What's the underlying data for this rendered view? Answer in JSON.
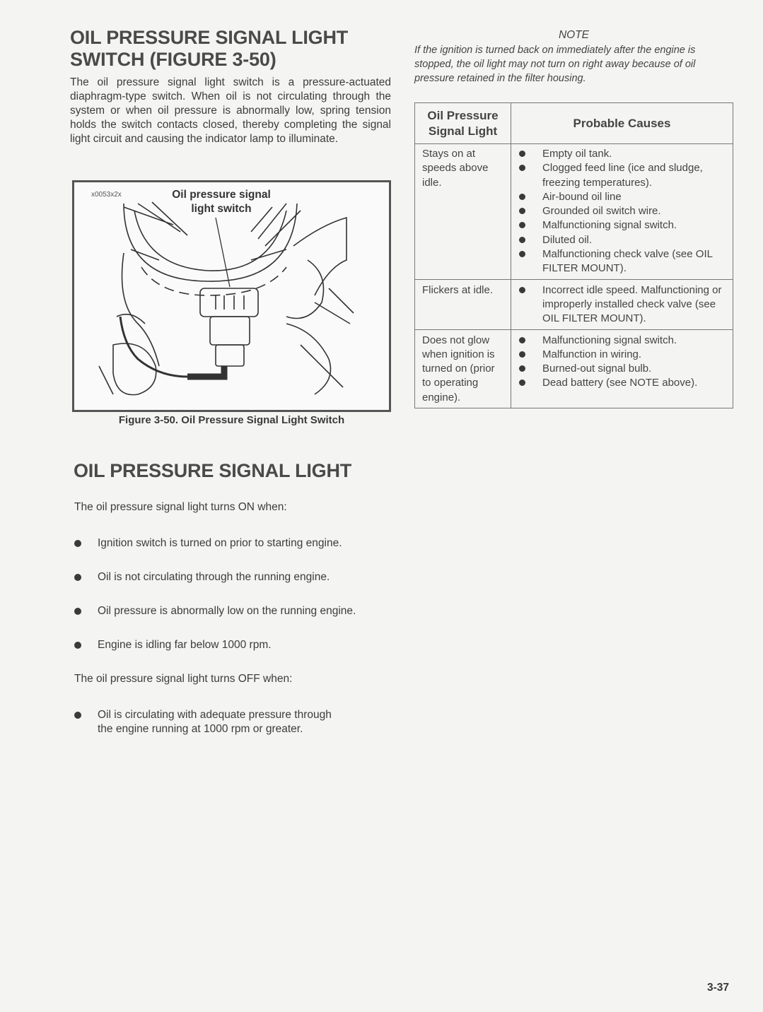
{
  "switch_section": {
    "heading_line1": "OIL PRESSURE SIGNAL LIGHT",
    "heading_line2": "SWITCH (FIGURE 3-50)",
    "paragraph": "The oil pressure signal light switch is a pressure-actuated diaphragm-type switch. When oil is not circulating through the system or when oil pressure is abnormally low, spring tension holds the switch contacts closed, thereby completing the signal light circuit and causing the indicator lamp to illuminate."
  },
  "figure": {
    "image_id": "x0053x2x",
    "callout_line1": "Oil pressure signal",
    "callout_line2": "light switch",
    "caption": "Figure 3-50. Oil Pressure Signal Light Switch"
  },
  "note": {
    "title": "NOTE",
    "text": "If the ignition is turned back on immediately after the engine is stopped, the oil light may not turn on right away because of oil pressure retained in the filter housing."
  },
  "table": {
    "header_col1_line1": "Oil Pressure",
    "header_col1_line2": "Signal Light",
    "header_col2": "Probable Causes",
    "rows": [
      {
        "condition": "Stays on at speeds above idle.",
        "causes": [
          "Empty oil tank.",
          "Clogged feed line (ice and sludge, freezing temperatures).",
          "Air-bound oil line",
          "Grounded oil switch wire.",
          "Malfunctioning signal switch.",
          "Diluted oil.",
          "Malfunctioning check valve (see OIL FILTER MOUNT)."
        ]
      },
      {
        "condition": "Flickers at idle.",
        "causes": [
          "Incorrect idle speed. Malfunctioning or improperly installed check valve (see OIL FILTER MOUNT)."
        ]
      },
      {
        "condition": "Does not glow when ignition is turned on (prior to operating engine).",
        "causes": [
          "Malfunctioning signal switch.",
          "Malfunction in wiring.",
          "Burned-out signal bulb.",
          "Dead battery (see NOTE above)."
        ]
      }
    ]
  },
  "light_section": {
    "heading": "OIL PRESSURE SIGNAL LIGHT",
    "on_intro": "The oil pressure signal light turns ON when:",
    "on_items": [
      "Ignition switch is turned on prior to starting engine.",
      "Oil is not circulating through the running engine.",
      "Oil pressure is abnormally low on the running engine.",
      "Engine is idling far below 1000 rpm."
    ],
    "off_intro": "The oil pressure signal light turns OFF when:",
    "off_item_line1": "Oil is circulating with adequate pressure through",
    "off_item_line2": "the engine running at 1000 rpm or greater."
  },
  "page_number": "3-37"
}
